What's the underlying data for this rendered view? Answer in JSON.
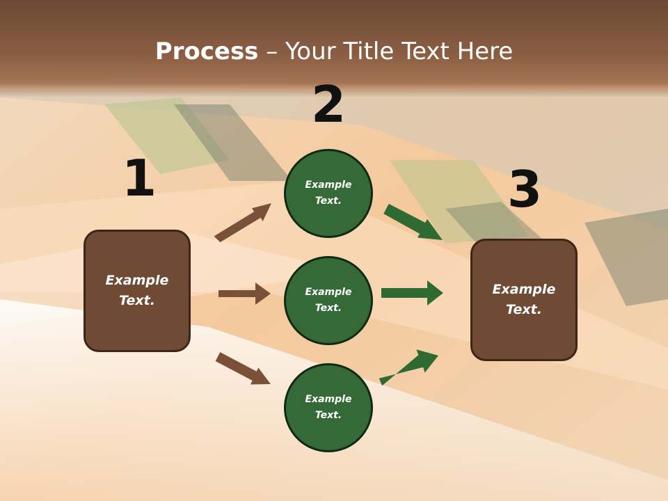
{
  "title": {
    "bold": "Process",
    "rest": " – Your Title Text Here"
  },
  "steps": {
    "one": "1",
    "two": "2",
    "three": "3"
  },
  "left_box": {
    "line1": "Example",
    "line2": "Text."
  },
  "right_box": {
    "line1": "Example",
    "line2": "Text."
  },
  "circles": [
    {
      "line1": "Example",
      "line2": "Text."
    },
    {
      "line1": "Example",
      "line2": "Text."
    },
    {
      "line1": "Example",
      "line2": "Text."
    }
  ],
  "colors": {
    "title_bar": "#8a5d42",
    "box_fill": "#6f4a35",
    "circle_fill": "#356a38",
    "brown_arrow": "#7a5039",
    "green_arrow": "#2f6a33"
  }
}
